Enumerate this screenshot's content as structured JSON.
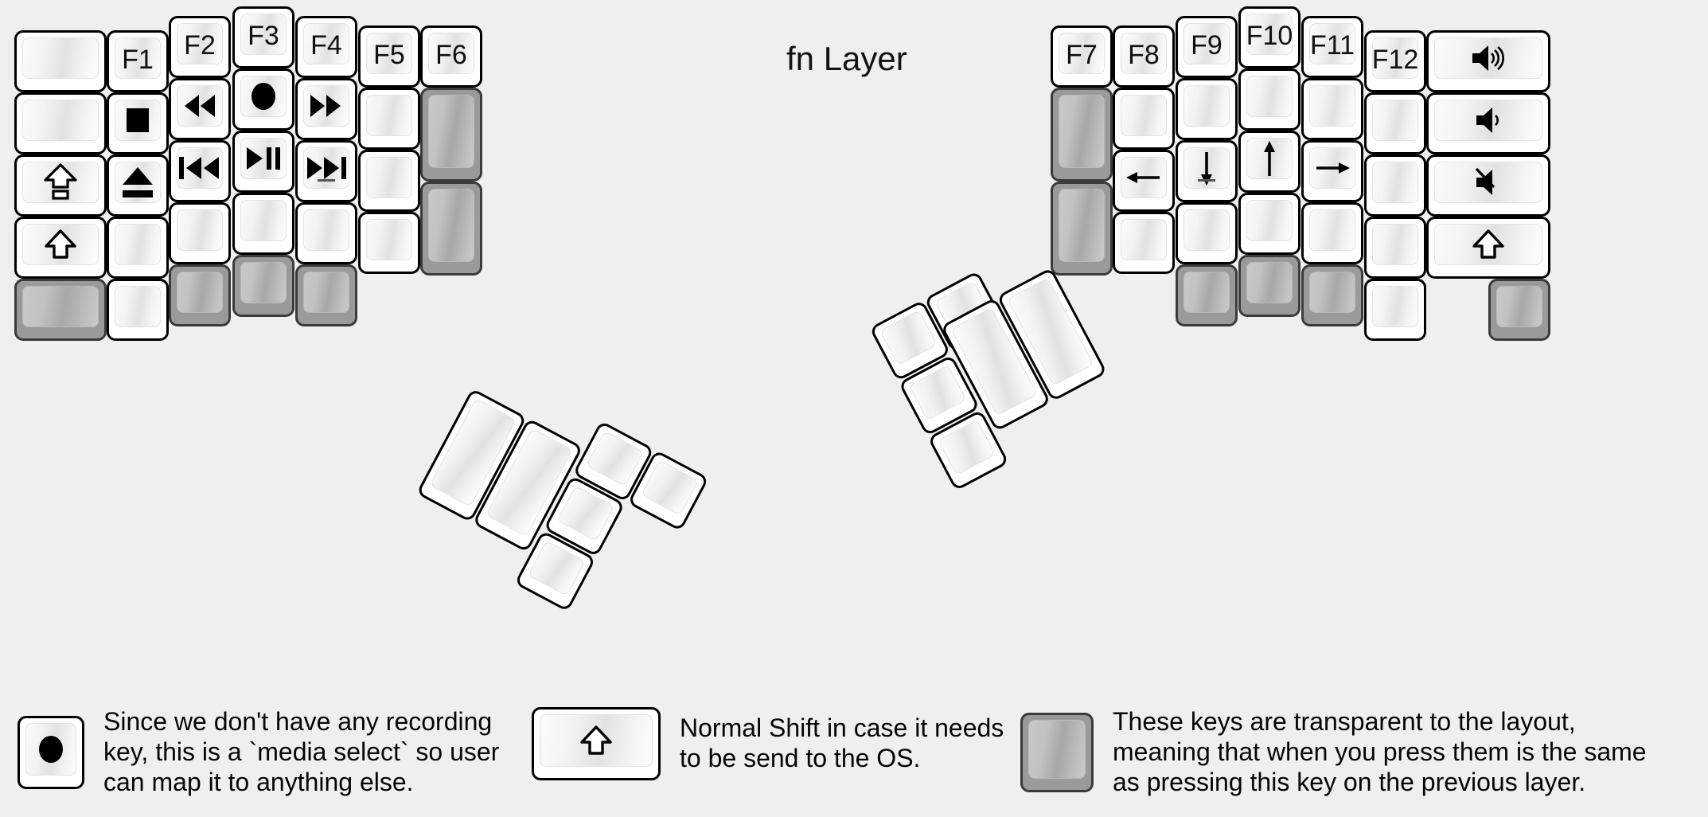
{
  "title": "fn Layer",
  "colors": {
    "background": "#efefef",
    "keycap": "#ffffff",
    "keycap_border": "#000000",
    "transparent_key": "#9a9a9a",
    "text": "#111111"
  },
  "left_half": {
    "columns": [
      {
        "name": "outer-column",
        "keys": [
          {
            "label": "",
            "icon": "",
            "type": "normal"
          },
          {
            "label": "",
            "icon": "",
            "type": "normal"
          },
          {
            "label": "",
            "icon": "caps-lock-icon",
            "type": "normal"
          },
          {
            "label": "",
            "icon": "shift-icon",
            "type": "normal"
          },
          {
            "label": "",
            "icon": "",
            "type": "transparent"
          }
        ]
      },
      {
        "name": "f1-column",
        "keys": [
          {
            "label": "F1",
            "icon": "",
            "type": "normal"
          },
          {
            "label": "",
            "icon": "media-stop-icon",
            "type": "normal"
          },
          {
            "label": "",
            "icon": "media-eject-icon",
            "type": "normal"
          },
          {
            "label": "",
            "icon": "",
            "type": "normal"
          },
          {
            "label": "",
            "icon": "",
            "type": "normal"
          }
        ]
      },
      {
        "name": "f2-column",
        "keys": [
          {
            "label": "F2",
            "icon": "",
            "type": "normal"
          },
          {
            "label": "",
            "icon": "media-rewind-icon",
            "type": "normal"
          },
          {
            "label": "",
            "icon": "media-previous-track-icon",
            "type": "normal"
          },
          {
            "label": "",
            "icon": "",
            "type": "normal"
          },
          {
            "label": "",
            "icon": "",
            "type": "transparent"
          }
        ]
      },
      {
        "name": "f3-column",
        "keys": [
          {
            "label": "F3",
            "icon": "",
            "type": "normal"
          },
          {
            "label": "",
            "icon": "media-record-icon",
            "type": "normal"
          },
          {
            "label": "",
            "icon": "media-play-pause-icon",
            "type": "normal"
          },
          {
            "label": "",
            "icon": "",
            "type": "normal"
          },
          {
            "label": "",
            "icon": "",
            "type": "transparent"
          }
        ]
      },
      {
        "name": "f4-column",
        "keys": [
          {
            "label": "F4",
            "icon": "",
            "type": "normal"
          },
          {
            "label": "",
            "icon": "media-fast-forward-icon",
            "type": "normal"
          },
          {
            "label": "",
            "icon": "media-next-track-icon",
            "type": "normal"
          },
          {
            "label": "",
            "icon": "",
            "type": "normal"
          },
          {
            "label": "",
            "icon": "",
            "type": "transparent"
          }
        ]
      },
      {
        "name": "f5-column",
        "keys": [
          {
            "label": "F5",
            "icon": "",
            "type": "normal"
          },
          {
            "label": "",
            "icon": "",
            "type": "normal"
          },
          {
            "label": "",
            "icon": "",
            "type": "normal"
          },
          {
            "label": "",
            "icon": "",
            "type": "normal"
          }
        ]
      },
      {
        "name": "f6-column",
        "keys": [
          {
            "label": "F6",
            "icon": "",
            "type": "normal"
          },
          {
            "label": "",
            "icon": "",
            "type": "transparent"
          },
          {
            "label": "",
            "icon": "",
            "type": "transparent"
          }
        ]
      }
    ],
    "thumb_cluster": [
      {
        "label": "",
        "icon": "",
        "type": "normal",
        "size": "2u"
      },
      {
        "label": "",
        "icon": "",
        "type": "normal",
        "size": "2u"
      },
      {
        "label": "",
        "icon": "",
        "type": "normal",
        "size": "1u"
      },
      {
        "label": "",
        "icon": "",
        "type": "normal",
        "size": "1u"
      },
      {
        "label": "",
        "icon": "",
        "type": "normal",
        "size": "1u"
      },
      {
        "label": "",
        "icon": "",
        "type": "normal",
        "size": "1u"
      }
    ]
  },
  "right_half": {
    "columns": [
      {
        "name": "f7-column",
        "keys": [
          {
            "label": "F7",
            "icon": "",
            "type": "normal"
          },
          {
            "label": "",
            "icon": "",
            "type": "transparent"
          },
          {
            "label": "",
            "icon": "",
            "type": "transparent"
          }
        ]
      },
      {
        "name": "f8-column",
        "keys": [
          {
            "label": "F8",
            "icon": "",
            "type": "normal"
          },
          {
            "label": "",
            "icon": "",
            "type": "normal"
          },
          {
            "label": "",
            "icon": "arrow-left-icon",
            "type": "normal"
          },
          {
            "label": "",
            "icon": "",
            "type": "normal"
          }
        ]
      },
      {
        "name": "f9-column",
        "keys": [
          {
            "label": "F9",
            "icon": "",
            "type": "normal"
          },
          {
            "label": "",
            "icon": "",
            "type": "normal"
          },
          {
            "label": "",
            "icon": "arrow-down-icon",
            "type": "normal"
          },
          {
            "label": "",
            "icon": "",
            "type": "normal"
          },
          {
            "label": "",
            "icon": "",
            "type": "transparent"
          }
        ]
      },
      {
        "name": "f10-column",
        "keys": [
          {
            "label": "F10",
            "icon": "",
            "type": "normal"
          },
          {
            "label": "",
            "icon": "",
            "type": "normal"
          },
          {
            "label": "",
            "icon": "arrow-up-icon",
            "type": "normal"
          },
          {
            "label": "",
            "icon": "",
            "type": "normal"
          },
          {
            "label": "",
            "icon": "",
            "type": "transparent"
          }
        ]
      },
      {
        "name": "f11-column",
        "keys": [
          {
            "label": "F11",
            "icon": "",
            "type": "normal"
          },
          {
            "label": "",
            "icon": "",
            "type": "normal"
          },
          {
            "label": "",
            "icon": "arrow-right-icon",
            "type": "normal"
          },
          {
            "label": "",
            "icon": "",
            "type": "normal"
          },
          {
            "label": "",
            "icon": "",
            "type": "transparent"
          }
        ]
      },
      {
        "name": "f12-column",
        "keys": [
          {
            "label": "F12",
            "icon": "",
            "type": "normal"
          },
          {
            "label": "",
            "icon": "",
            "type": "normal"
          },
          {
            "label": "",
            "icon": "",
            "type": "normal"
          },
          {
            "label": "",
            "icon": "",
            "type": "normal"
          },
          {
            "label": "",
            "icon": "",
            "type": "normal"
          }
        ]
      },
      {
        "name": "volume-column",
        "keys": [
          {
            "label": "",
            "icon": "volume-up-icon",
            "type": "normal"
          },
          {
            "label": "",
            "icon": "volume-down-icon",
            "type": "normal"
          },
          {
            "label": "",
            "icon": "volume-mute-icon",
            "type": "normal"
          },
          {
            "label": "",
            "icon": "shift-icon",
            "type": "normal"
          },
          {
            "label": "",
            "icon": "",
            "type": "transparent"
          }
        ]
      }
    ],
    "thumb_cluster": [
      {
        "label": "",
        "icon": "",
        "type": "normal",
        "size": "1u"
      },
      {
        "label": "",
        "icon": "",
        "type": "normal",
        "size": "1u"
      },
      {
        "label": "",
        "icon": "",
        "type": "normal",
        "size": "1u"
      },
      {
        "label": "",
        "icon": "",
        "type": "normal",
        "size": "1u"
      },
      {
        "label": "",
        "icon": "",
        "type": "normal",
        "size": "2u"
      },
      {
        "label": "",
        "icon": "",
        "type": "normal",
        "size": "2u"
      }
    ]
  },
  "legend": [
    {
      "icon": "media-record-icon",
      "key_type": "normal",
      "text": "Since we don't have any recording\nkey, this is a `media select` so user\ncan map it to anything else."
    },
    {
      "icon": "shift-icon",
      "key_type": "normal",
      "text": "Normal Shift in case it needs\nto be send to the OS."
    },
    {
      "icon": "",
      "key_type": "transparent",
      "text": "These keys are transparent to the layout,\nmeaning that when you press them is the same\nas pressing this key on the previous layer."
    }
  ]
}
